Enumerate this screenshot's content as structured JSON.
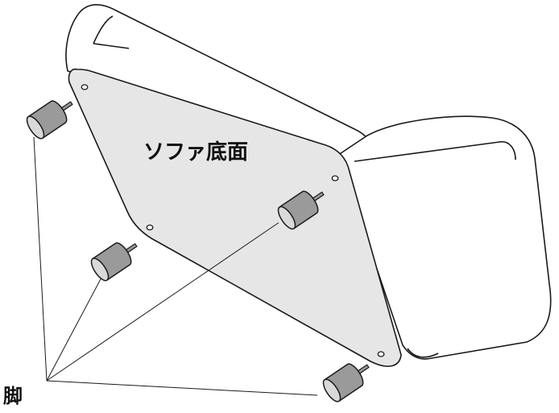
{
  "labels": {
    "sofa_bottom": "ソファ底面",
    "legs": "脚"
  },
  "colors": {
    "outline": "#1a1a1a",
    "sofa_fill": "#ffffff",
    "bottom_panel_fill": "#e6e6e6",
    "leg_fill": "#9a9a9a",
    "leg_cap_fill": "#d9d9d9",
    "bolt_fill": "#9a9a9a"
  },
  "icons": {
    "leg": "cylinder-foot-with-bolt",
    "hole": "screw-hole"
  }
}
